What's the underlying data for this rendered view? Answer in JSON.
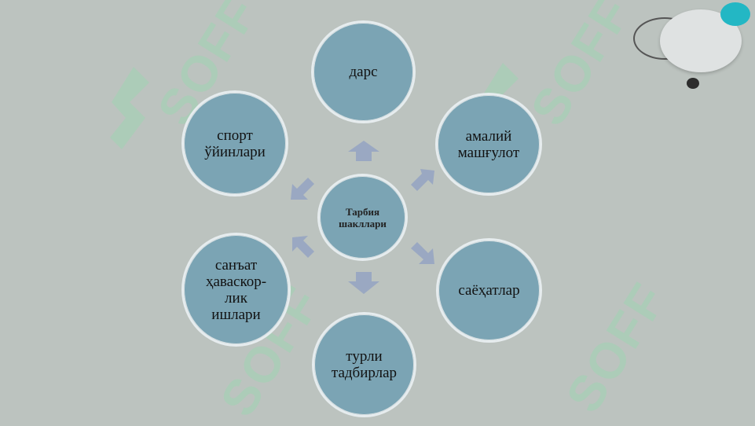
{
  "diagram": {
    "center": {
      "label_line1": "Тарбия",
      "label_line2": "шакллари"
    },
    "nodes": {
      "top": {
        "lines": [
          "дарс"
        ]
      },
      "top_right": {
        "lines": [
          "амалий",
          "машғулот"
        ]
      },
      "bottom_right": {
        "lines": [
          "саёҳатлар"
        ]
      },
      "bottom": {
        "lines": [
          "турли",
          "тадбирлар"
        ]
      },
      "bottom_left": {
        "lines": [
          "санъат",
          "ҳаваскор-",
          "лик",
          "ишлари"
        ]
      },
      "top_left": {
        "lines": [
          "спорт",
          "ўйинлари"
        ]
      }
    }
  },
  "watermark": {
    "text": "SOFF"
  },
  "colors": {
    "background": "#bcc3bf",
    "circle_fill": "#7ba4b4",
    "circle_border": "#e6ecee",
    "arrow_fill": "#9aa8c2",
    "accent_teal": "#23b7c4",
    "watermark_green": "#98d6b0"
  }
}
